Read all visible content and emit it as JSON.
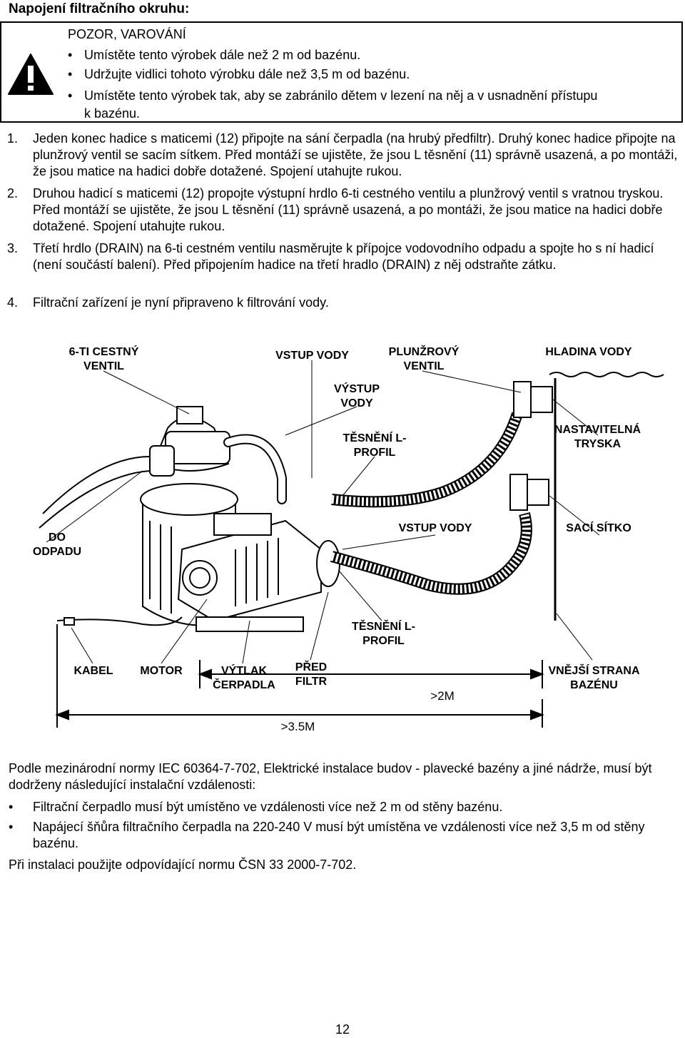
{
  "heading": "Napojení filtračního okruhu:",
  "warning": {
    "title": "POZOR, VAROVÁNÍ",
    "items": [
      "Umístěte tento výrobek dále než 2 m od bazénu.",
      "Udržujte vidlici tohoto výrobku dále než 3,5 m od bazénu.",
      "Umístěte tento výrobek tak, aby se zabránilo dětem v lezení na něj a v usnadnění přístupu",
      "k bazénu."
    ]
  },
  "steps": [
    {
      "num": "1.",
      "text": "Jeden konec hadice s maticemi (12) připojte na sání čerpadla (na hrubý předfiltr). Druhý konec hadice připojte na plunžrový ventil se sacím sítkem. Před montáží se ujistěte, že jsou L těsnění (11) správně usazená, a po montáži, že jsou matice na hadici dobře dotažené. Spojení utahujte rukou."
    },
    {
      "num": "2.",
      "text": "Druhou hadicí s maticemi (12) propojte výstupní hrdlo 6-ti cestného ventilu a plunžrový ventil s vratnou tryskou. Před montáží se ujistěte, že jsou L těsnění (11) správně usazená, a po montáži, že jsou matice na hadici dobře dotažené. Spojení utahujte rukou."
    },
    {
      "num": "3.",
      "text": "Třetí hrdlo (DRAIN) na 6-ti cestném ventilu nasměrujte k přípojce vodovodního odpadu a spojte ho s ní hadicí (není součástí balení). Před připojením hadice na třetí hradlo (DRAIN) z něj odstraňte zátku."
    },
    {
      "num": "4.",
      "text": "Filtrační zařízení je nyní připraveno k filtrování vody."
    }
  ],
  "diagram": {
    "labels": {
      "valve6": "6-TI CESTNÝ VENTIL",
      "inlet_top": "VSTUP VODY",
      "plunger": "PLUNŽROVÝ VENTIL",
      "waterlevel": "HLADINA VODY",
      "outlet": "VÝSTUP VODY",
      "seal_top": "TĚSNĚNÍ L-PROFIL",
      "nozzle": "NASTAVITELNÁ TRYSKA",
      "drain": "DO ODPADU",
      "inlet_mid": "VSTUP VODY",
      "strainer": "SACÍ SÍTKO",
      "seal_bottom": "TĚSNĚNÍ L-PROFIL",
      "cable": "KABEL",
      "motor": "MOTOR",
      "pump_out": "VÝTLAK ČERPADLA",
      "prefilter": "PŘED FILTR",
      "pool_wall": "VNĚJŠÍ STRANA BAZÉNU",
      "dist2": ">2M",
      "dist35": ">3.5M"
    }
  },
  "norm": {
    "intro": "Podle mezinárodní normy IEC 60364-7-702, Elektrické instalace budov - plavecké bazény a jiné nádrže, musí být dodrženy následující instalační vzdálenosti:",
    "bullets": [
      "Filtrační čerpadlo musí být umístěno ve vzdálenosti více než 2 m od stěny bazénu.",
      "Napájecí šňůra filtračního čerpadla na 220-240 V musí být umístěna ve vzdálenosti více než 3,5 m od stěny bazénu."
    ],
    "closing": "Při instalaci použijte odpovídající normu ČSN 33 2000-7-702."
  },
  "page_number": "12"
}
